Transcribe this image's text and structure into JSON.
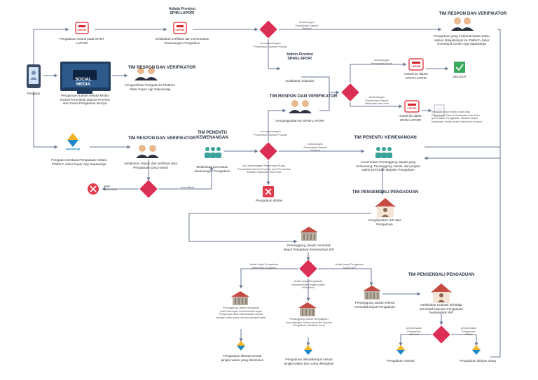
{
  "headers": {
    "admin1": "Admin Provinsi\nSP4N-LAPOR!",
    "admin2": "Admin Provinsi\nSP4N-LAPOR!",
    "trv_top": "TIM RESPON DAN VERIFIKATOR",
    "trv_mid": "TIM RESPON DAN VERIFIKATOR",
    "trv_social": "TIM RESPON DAN VERIFIKATOR",
    "trv_sapa": "TIM RESPON DAN VERIFIKATOR",
    "penentu1": "TIM PENENTU\nKEWENANGAN",
    "penentu2": "TIM PENENTU KEWENANGAN",
    "pengendali1": "TIM PENGENDALI PENGADUAN",
    "pengendali2": "TIM PENGENDALI PENGADUAN"
  },
  "icons": {
    "lapor": "LAPOR!",
    "social": "SOCIAL\nMEDIA",
    "sapawarga": "sapawarga"
  },
  "nodes": {
    "pengadu": "Pengadu",
    "lapor_in": "Pengaduan masuk pada SP4N-\nLAPOR!",
    "verif_admin": "melakukan verifikasi dan menentukan\nkewenangan Pengaduan",
    "disposisi": "melakukan disposisi",
    "social_in": "Pengaduan masuk melalui Media\nSocial Pemerintah Daerah Provinsi\natau Kanal Pengaduan lainnya",
    "mengarahkan": "mengarahkan Pengadu ke Platform\nJabar Super App Sapawarga",
    "sapa_in": "Pengadu membuat Pengaduan melalui\nPlatform Jabar Super App Sapawarga",
    "respon_verif": "melakukan respon dan verifikasi data\nPengaduan yang masuk",
    "gagal": "gagal\nterverifikasi",
    "terverifikasi": "terverifikasi",
    "penentuan": "Melakukan penentuan\nkewenangan Pengaduan",
    "lapor_mid": "mengingputkan ke SP4N-LAPOR!",
    "ditolak": "Pengaduan ditolak",
    "bukan_kew": "non-kewenangan Pemerintah Pusat,\nPemerintah Daerah Provinsi, dan Pemerintah\nDaerah Kabupaten dan Kota",
    "top_respon": "Pengaduan yang melewati batas waktu\nrespon ditinjaklanjuti ke Platform Jabar\nCommand Center App Sapawarga",
    "pusat_in": "masuk ke dalam\nSP4N-LAPOR!",
    "selesai": "SELESAI",
    "kab_in": "masuk ke dalam\nSP4N-LAPOR!",
    "kab_note": "terdahulu input tindak lanjut bagi\nPemerintah Daerah Kabupaten dan Kota\n(persentase Pengaduan ditindak lanjuti,\nkeputusan tindak lanjut, keputusan respon)",
    "menentukan_pj": "menentukan Penanggung Jawab yang\nberwenang, Penanggung Jawab, dan jangka\nwaktu pemindak lanjutan Pengaduan",
    "input_ikp": "menginputkan IKP atas\nPengaduan",
    "pj_tindak": "Penanggung Jawab menindak\nlanjuti Pengaduan berdasarkan IKP",
    "pj_menjawab": "Penanggung Jawab menjawab\nbukti dukungan bahwa tindak lanjut\nPengaduan akan diselesaikan sesuai\ndengan waktu pada rencana penyelesaian",
    "pj_waktu": "Penanggung Jawab mengajukan\nperpanjangan waktu pemindak lanjutan\nPengaduan (deadline baru)",
    "pj_selesai": "Penanggung Jawab selesai\nmenindak lanjuti Pengaduan",
    "evaluasi": "melakukan evaluasi terhadap\npemindak lanjutan Pengaduan\nberdasarkan IKP",
    "end1": "Pengaduan ditunda sesuai\njangka waktu yang ditentukan",
    "end2": "Pengaduan ditindaklanjuti sesuai\njangka waktu baru yang ditetapkan",
    "end3": "Pengaduan selesai",
    "end4": "Pengaduan ditinjau ulang"
  },
  "edge_labels": {
    "kew_daerah": "kewenangan\nPemerintah Daerah\nProvinsi",
    "non_kew_daerah": "non-kewenangan\nPemerintah Daerah Provinsi",
    "kew_pusat": "kewenangan\nPemerintah Pusat",
    "kew_kab": "kewenangan\nPemerintah Daerah\nKabupaten dan Kota",
    "non_kew_mid": "non-kewenangan\nPemerintah Daerah Provinsi",
    "kew_mid": "kewenangan\nPemerintah Daerah\nProvinsi",
    "tl_anggaran": "tindak lanjut Pengaduan\nterkendala anggaran",
    "tl_lama": "tindak lanjut Pengaduan\nmembutuhkan tinggal waktu\nlebih lama",
    "tl_sesuai": "tindak lanjut Pengaduan\nsesuai IKP",
    "puas": "penyelesaian\nPengaduan\nditerima",
    "tolak": "penyelesaian\nPengaduan\nditolak"
  },
  "colors": {
    "arrow": "#6a7a96",
    "decision": "#dc2f55",
    "reject": "#e23b4a",
    "success": "#3aaa5c",
    "lapor_red": "#d9232a",
    "sapa_blue": "#1d87c8",
    "sapa_yellow": "#f4b626",
    "building": "#b9b0a3",
    "roof": "#c64c43",
    "person_skin": "#e8b88f",
    "person_suit": "#2a3140"
  }
}
